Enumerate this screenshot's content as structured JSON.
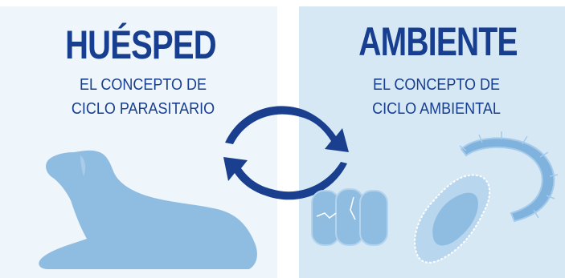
{
  "left": {
    "title": "HUÉSPED",
    "line1": "EL CONCEPTO DE",
    "line2": "CICLO PARASITARIO"
  },
  "right": {
    "title": "AMBIENTE",
    "line1": "EL CONCEPTO DE",
    "line2": "CICLO AMBIENTAL"
  },
  "colors": {
    "title": "#183f8f",
    "arrows": "#1a3f8f",
    "left_panel": "#eef5fb",
    "right_panel": "#d7e8f5",
    "silhouette": "#8fbde2"
  },
  "icons": [
    "dog-silhouette-icon",
    "cycle-arrows-icon",
    "eggs-icon",
    "larva-icon",
    "worm-icon"
  ]
}
